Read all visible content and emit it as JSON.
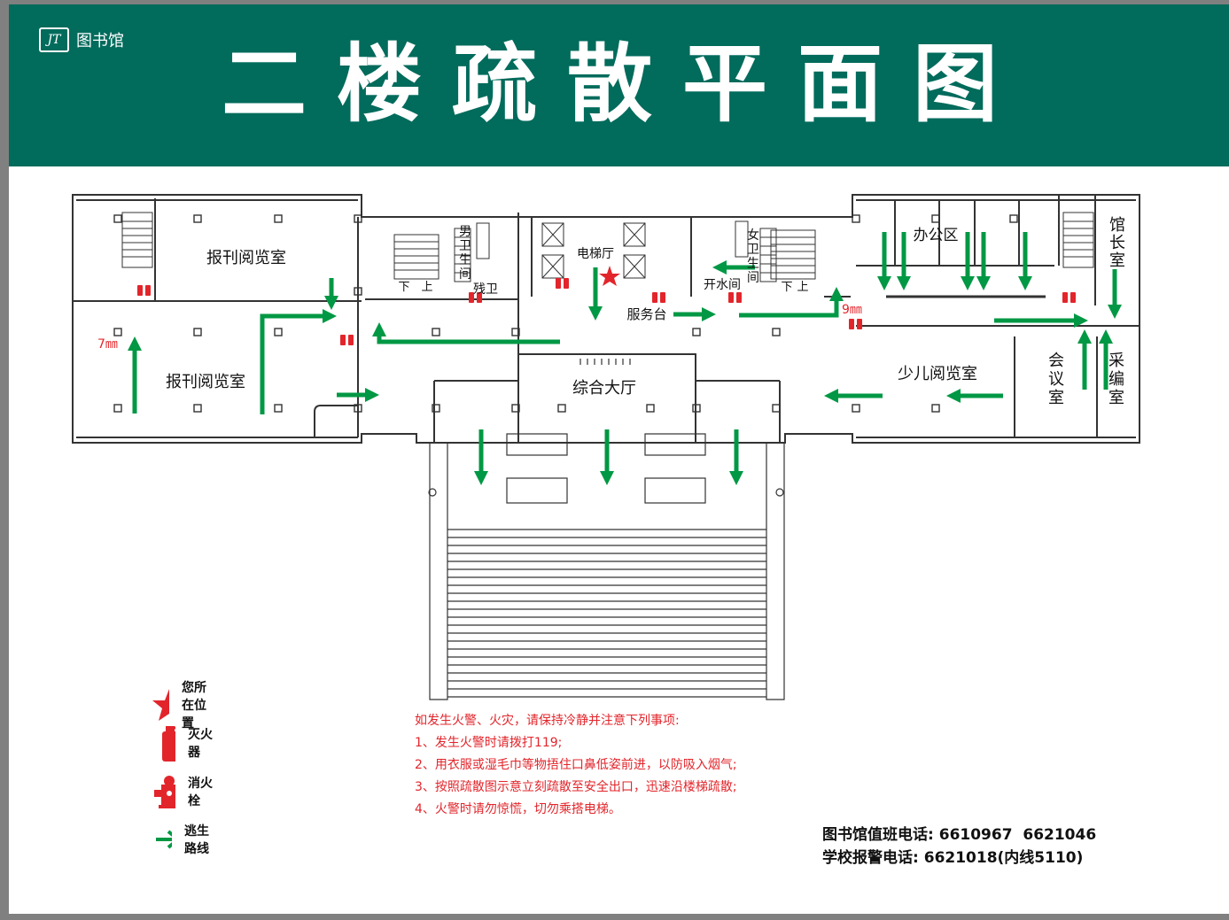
{
  "header": {
    "logo_mark": "JT",
    "logo_text": "图书馆",
    "title": "二楼疏散平面图"
  },
  "rooms": {
    "newspaper_room_north": "报刊阅览室",
    "newspaper_room_south": "报刊阅览室",
    "male_toilet": [
      "男",
      "卫",
      "生",
      "间"
    ],
    "female_toilet": [
      "女",
      "卫",
      "生",
      "间"
    ],
    "accessible_toilet": "残卫",
    "elevator_hall": "电梯厅",
    "service_desk": "服务台",
    "water_room": "开水间",
    "office_area": "办公区",
    "director_room": [
      "馆",
      "长",
      "室"
    ],
    "meeting_room": [
      "会",
      "议",
      "室"
    ],
    "acquisition_room": [
      "采",
      "编",
      "室"
    ],
    "children_room": "少儿阅览室",
    "main_hall": "综合大厅",
    "stair_up": "上",
    "stair_down": "下"
  },
  "distances": {
    "west": "7㎜",
    "east": "9㎜"
  },
  "legend": [
    {
      "icon": "star-icon",
      "label": "您所在位置"
    },
    {
      "icon": "extinguisher-icon",
      "label": "灭火器"
    },
    {
      "icon": "hydrant-icon",
      "label": "消火栓"
    },
    {
      "icon": "arrow-icon",
      "label": "逃生路线"
    }
  ],
  "notes": {
    "heading": "如发生火警、火灾，请保持冷静并注意下列事项:",
    "items": [
      "1、发生火警时请拨打119;",
      "2、用衣服或湿毛巾等物捂住口鼻低姿前进，以防吸入烟气;",
      "3、按照疏散图示意立刻疏散至安全出口，迅速沿楼梯疏散;",
      "4、火警时请勿惊慌，切勿乘搭电梯。"
    ]
  },
  "phones": {
    "duty_label": "图书馆值班电话:",
    "duty_numbers": "6610967  6621046",
    "alarm_label": "学校报警电话:",
    "alarm_numbers": "6621018(内线5110)"
  },
  "colors": {
    "header_bg": "#016b5c",
    "arrow": "#009844",
    "alert_red": "#e2252b",
    "wall": "#333333"
  }
}
